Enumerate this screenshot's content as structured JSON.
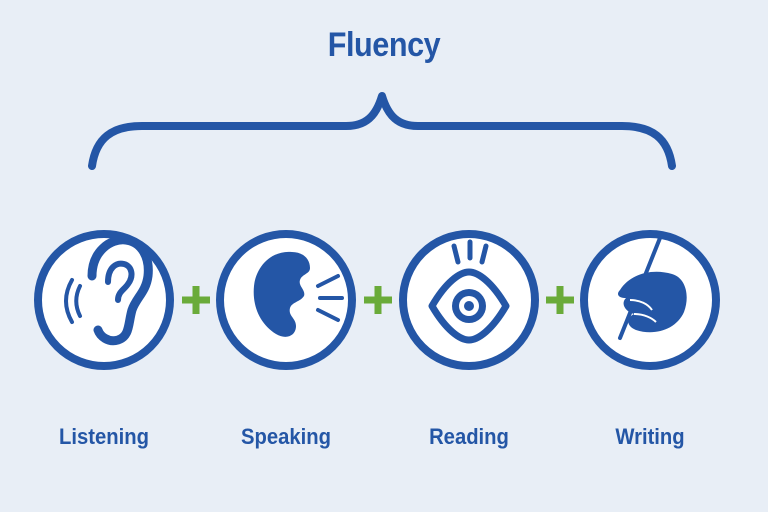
{
  "diagram": {
    "title": "Fluency",
    "skills": [
      {
        "label": "Listening",
        "icon": "ear-icon"
      },
      {
        "label": "Speaking",
        "icon": "speaking-head-icon"
      },
      {
        "label": "Reading",
        "icon": "eye-icon"
      },
      {
        "label": "Writing",
        "icon": "writing-hand-icon"
      }
    ],
    "connector": "+"
  },
  "colors": {
    "background": "#e8eef6",
    "primary": "#2456a6",
    "accent": "#6aab3a",
    "circle_fill": "#ffffff"
  }
}
